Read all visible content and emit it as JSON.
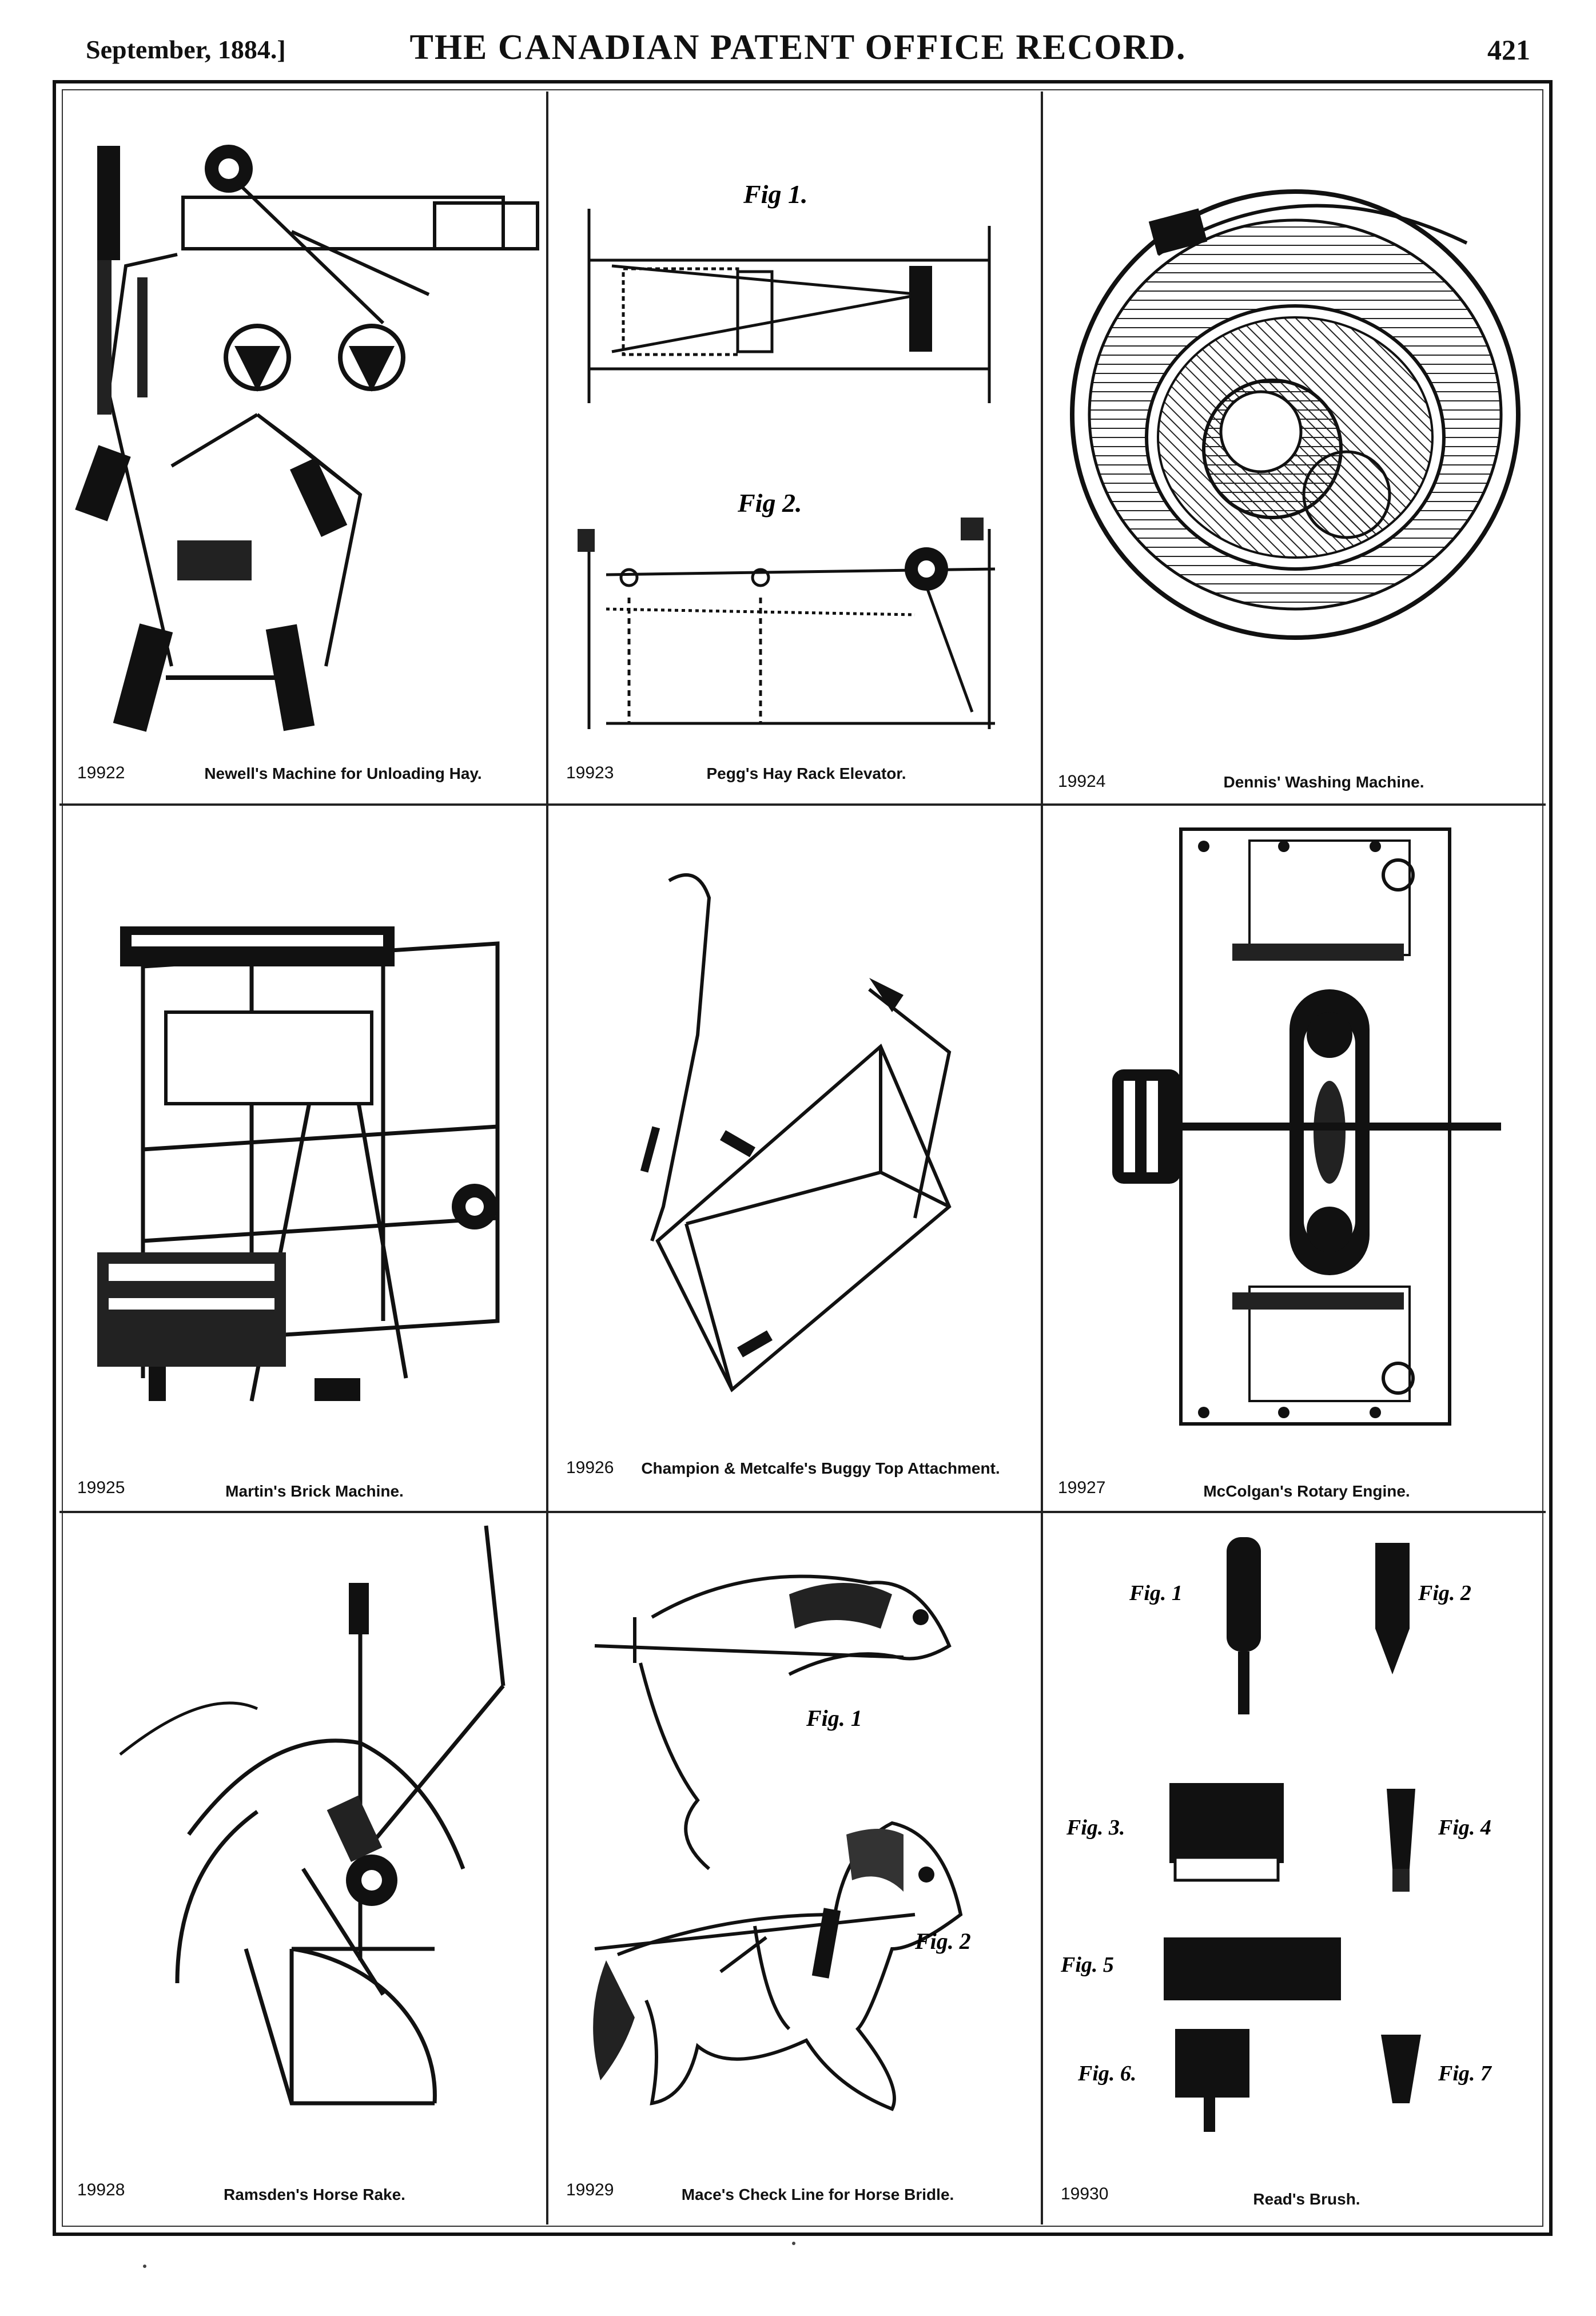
{
  "header": {
    "date": "September, 1884.]",
    "title": "THE CANADIAN PATENT OFFICE RECORD.",
    "page_number": "421"
  },
  "patents": [
    {
      "number": "19922",
      "title": "Newell's Machine for Unloading Hay."
    },
    {
      "number": "19923",
      "title": "Pegg's Hay Rack Elevator."
    },
    {
      "number": "19924",
      "title": "Dennis' Washing Machine."
    },
    {
      "number": "19925",
      "title": "Martin's Brick Machine."
    },
    {
      "number": "19926",
      "title": "Champion & Metcalfe's Buggy Top Attachment."
    },
    {
      "number": "19927",
      "title": "McColgan's Rotary Engine."
    },
    {
      "number": "19928",
      "title": "Ramsden's Horse Rake."
    },
    {
      "number": "19929",
      "title": "Mace's Check Line for Horse Bridle."
    },
    {
      "number": "19930",
      "title": "Read's Brush."
    }
  ],
  "figure_labels": {
    "pegg_fig1": "Fig 1.",
    "pegg_fig2": "Fig 2.",
    "mace_fig1": "Fig. 1",
    "mace_fig2": "Fig. 2",
    "read_fig1": "Fig. 1",
    "read_fig2": "Fig. 2",
    "read_fig3": "Fig. 3.",
    "read_fig4": "Fig. 4",
    "read_fig5": "Fig. 5",
    "read_fig6": "Fig. 6.",
    "read_fig7": "Fig. 7"
  }
}
